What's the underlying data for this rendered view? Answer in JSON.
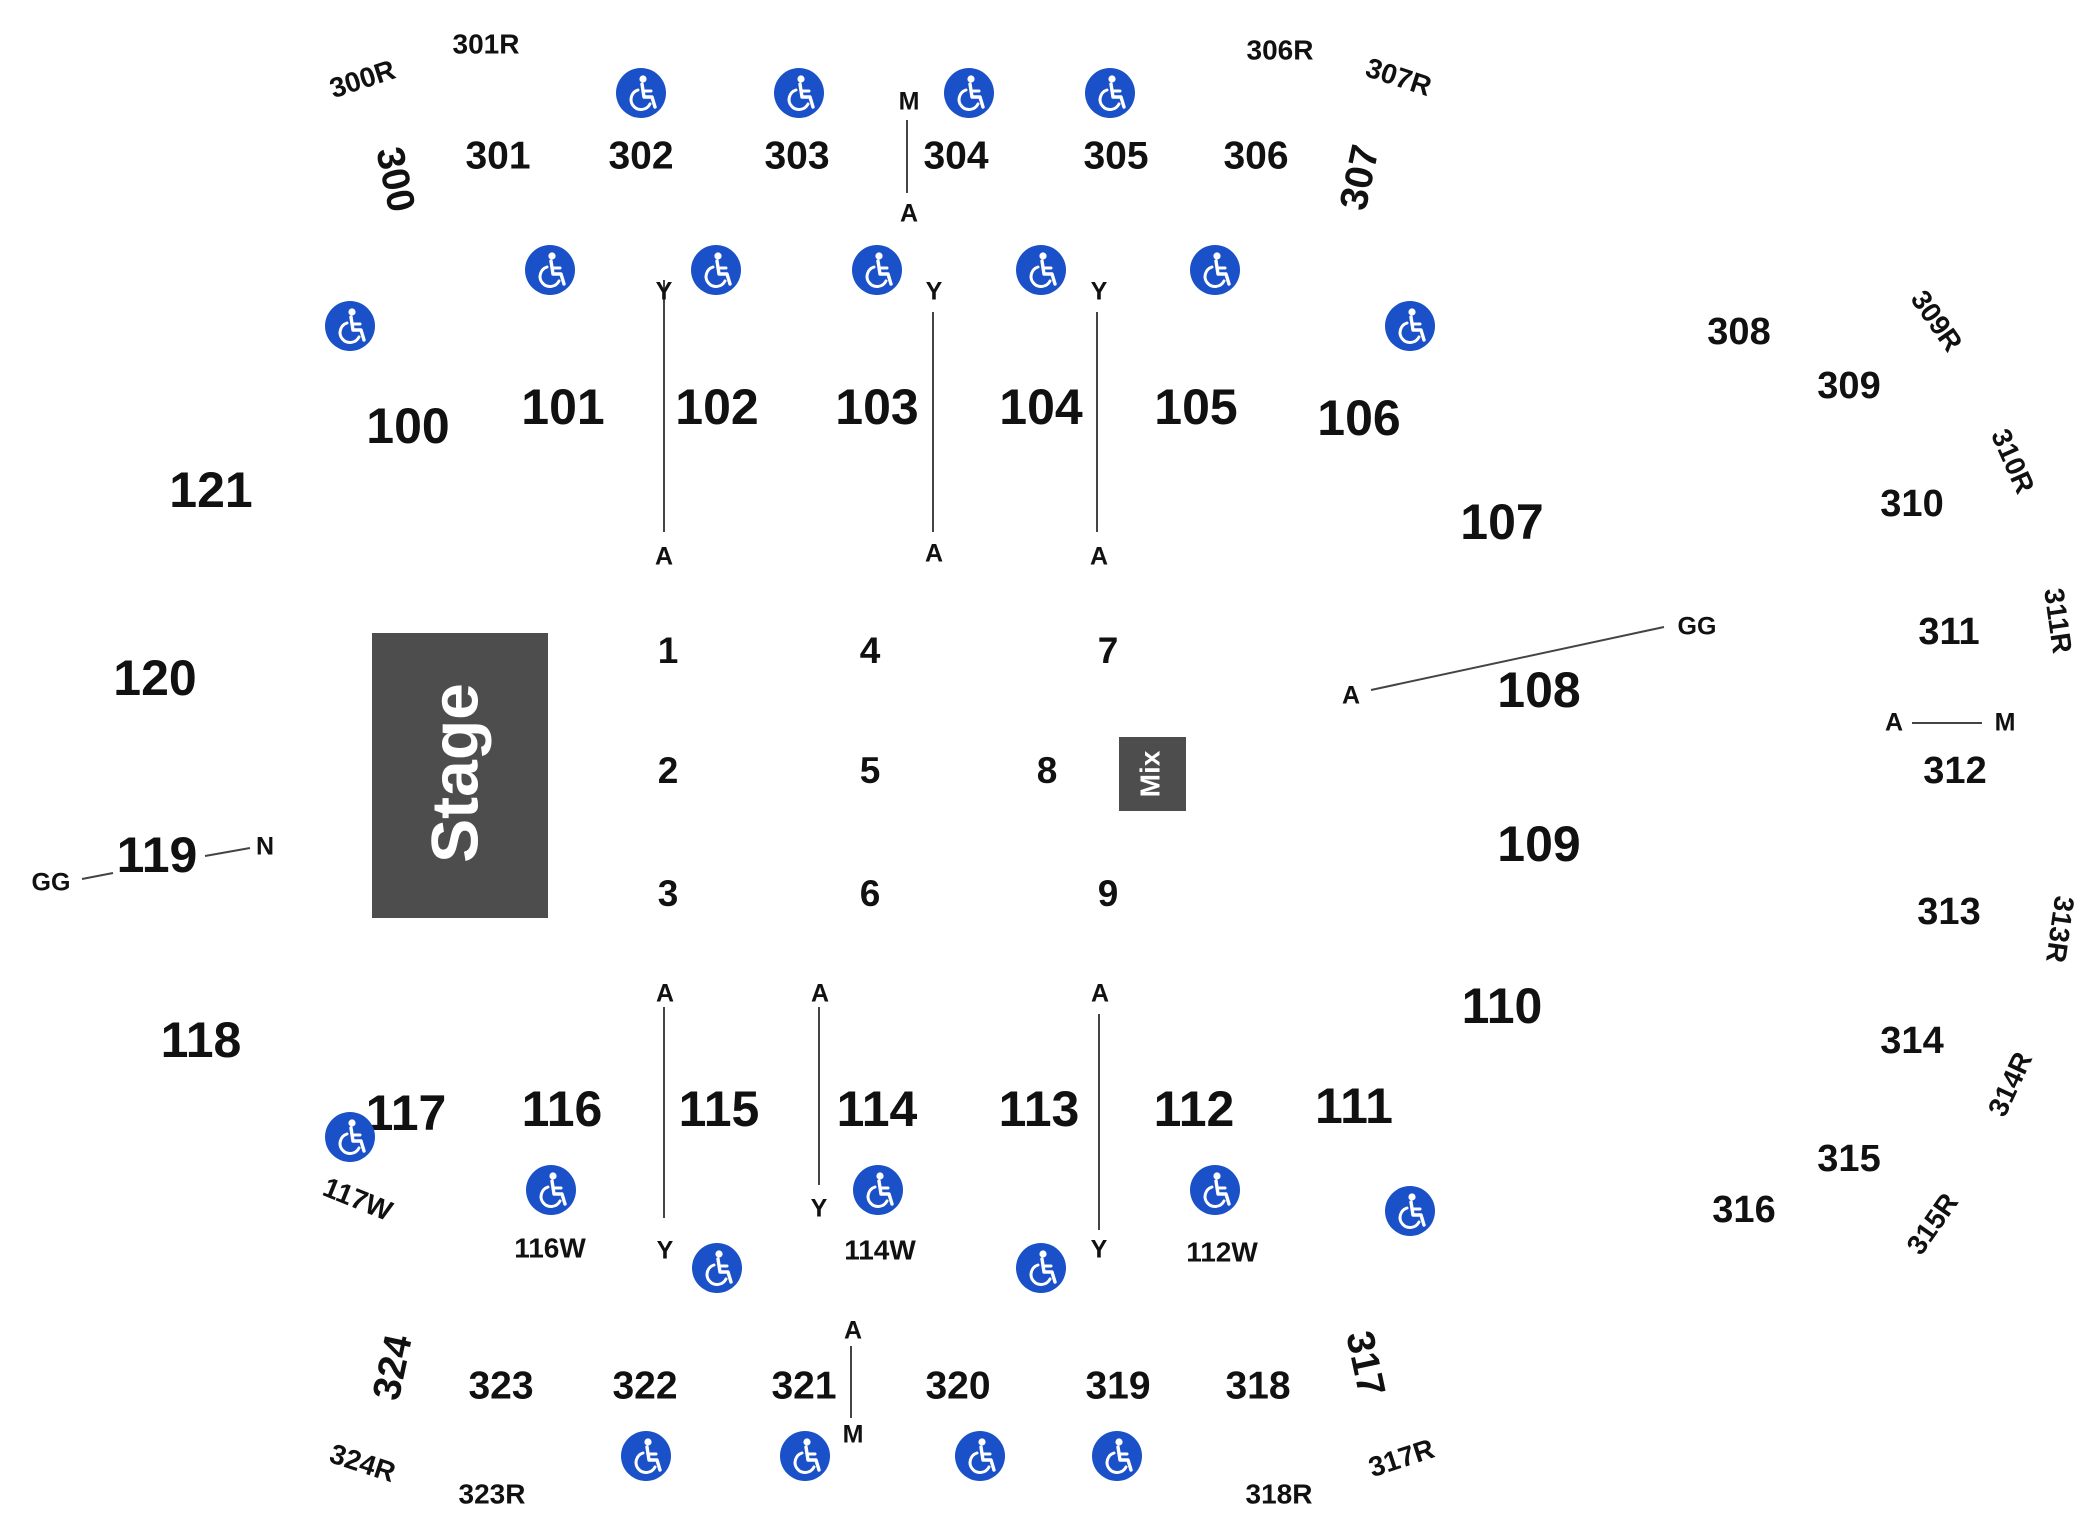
{
  "stage": {
    "label": "Stage"
  },
  "mix": {
    "label": "Mix"
  },
  "colors": {
    "accessible": "#1a50c8",
    "stage": "#4d4d4d",
    "text": "#111111"
  },
  "sections_100": [
    "100",
    "101",
    "102",
    "103",
    "104",
    "105",
    "106",
    "107",
    "108",
    "109",
    "110",
    "111",
    "112",
    "113",
    "114",
    "115",
    "116",
    "117",
    "118",
    "119",
    "120",
    "121"
  ],
  "sections_300": [
    "300",
    "301",
    "302",
    "303",
    "304",
    "305",
    "306",
    "307",
    "308",
    "309",
    "310",
    "311",
    "312",
    "313",
    "314",
    "315",
    "316",
    "317",
    "318",
    "319",
    "320",
    "321",
    "322",
    "323",
    "324"
  ],
  "floor_sections": [
    "1",
    "2",
    "3",
    "4",
    "5",
    "6",
    "7",
    "8",
    "9"
  ],
  "wheelchair_sections": [
    "117W",
    "116W",
    "114W",
    "112W"
  ],
  "row_sections": [
    "300R",
    "301R",
    "306R",
    "307R",
    "309R",
    "310R",
    "311R",
    "313R",
    "314R",
    "315R",
    "317R",
    "318R",
    "323R",
    "324R"
  ],
  "row_labels": {
    "a": "A",
    "y": "Y",
    "m": "M",
    "n": "N",
    "gg": "GG"
  },
  "icons": {
    "accessible": "wheelchair-icon"
  }
}
